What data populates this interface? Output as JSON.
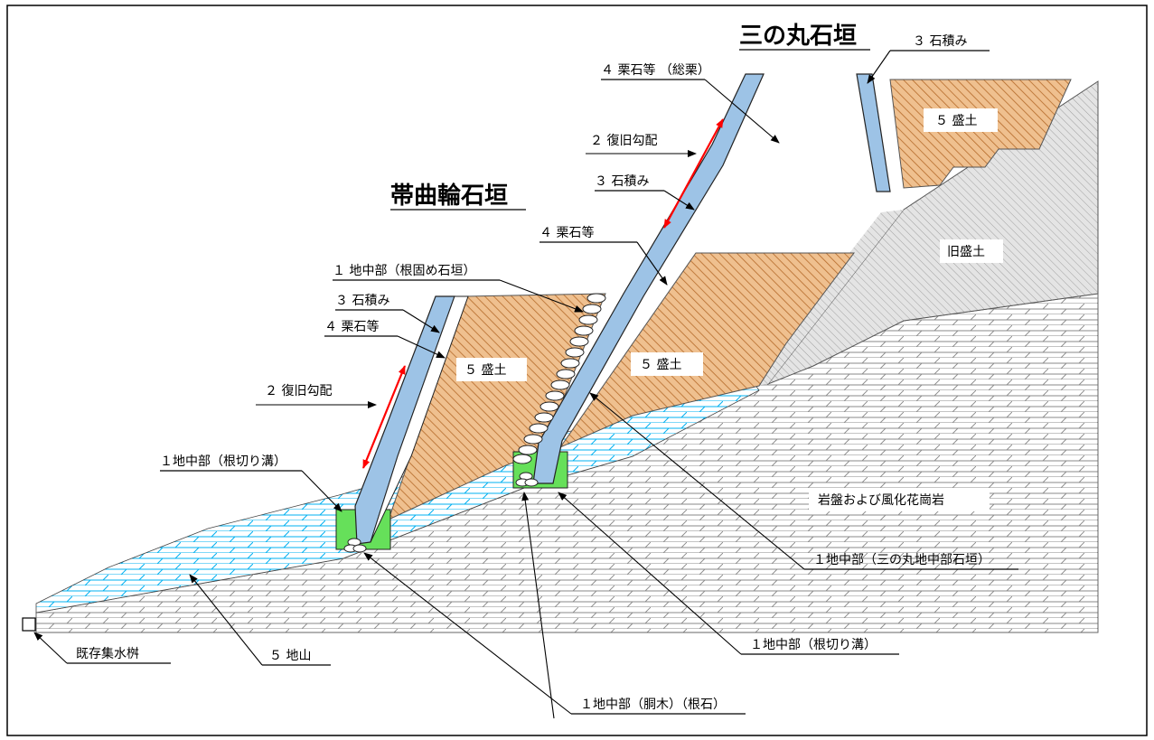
{
  "titles": {
    "obiguruwa": "帯曲輪石垣",
    "sannomaru": "三の丸石垣"
  },
  "labels": {
    "l_3ishi_top": "３ 石積み",
    "l_4kuri_sou": "４ 栗石等 （総栗）",
    "l_2fuku_upper": "２ 復旧勾配",
    "l_3ishi_mid": "３ 石積み",
    "l_4kuri_mid": "４ 栗石等",
    "l_1nekatame": "１ 地中部（根固め石垣）",
    "l_3ishi_left": "３ 石積み",
    "l_4kuri_left": "４ 栗石等",
    "l_2fuku_lower": "２ 復旧勾配",
    "l_1negiri_left": "１地中部（根切り溝）",
    "l_1sannomaru": "１地中部（三の丸地中部石垣）",
    "l_1negiri_right": "１地中部（根切り溝）",
    "l_1dogi": "１地中部（胴木）（根石）",
    "l_5jiyama": "５ 地山",
    "l_kizon": "既存集水桝",
    "l_5mori_top": "５ 盛土",
    "l_5mori_mid": "５ 盛土",
    "l_5mori_left": "５ 盛土",
    "l_kyumori": "旧盛土",
    "l_ganban": "岩盤および風化花崗岩"
  },
  "colors": {
    "stone_wall": "#9dc3e6",
    "fill_soil": "#e2a363",
    "bedrock_lines": "#8a8a8a",
    "ground_water_lines": "#00b0f0",
    "trench": "#66e05a",
    "arrow_red": "#ff0000"
  }
}
